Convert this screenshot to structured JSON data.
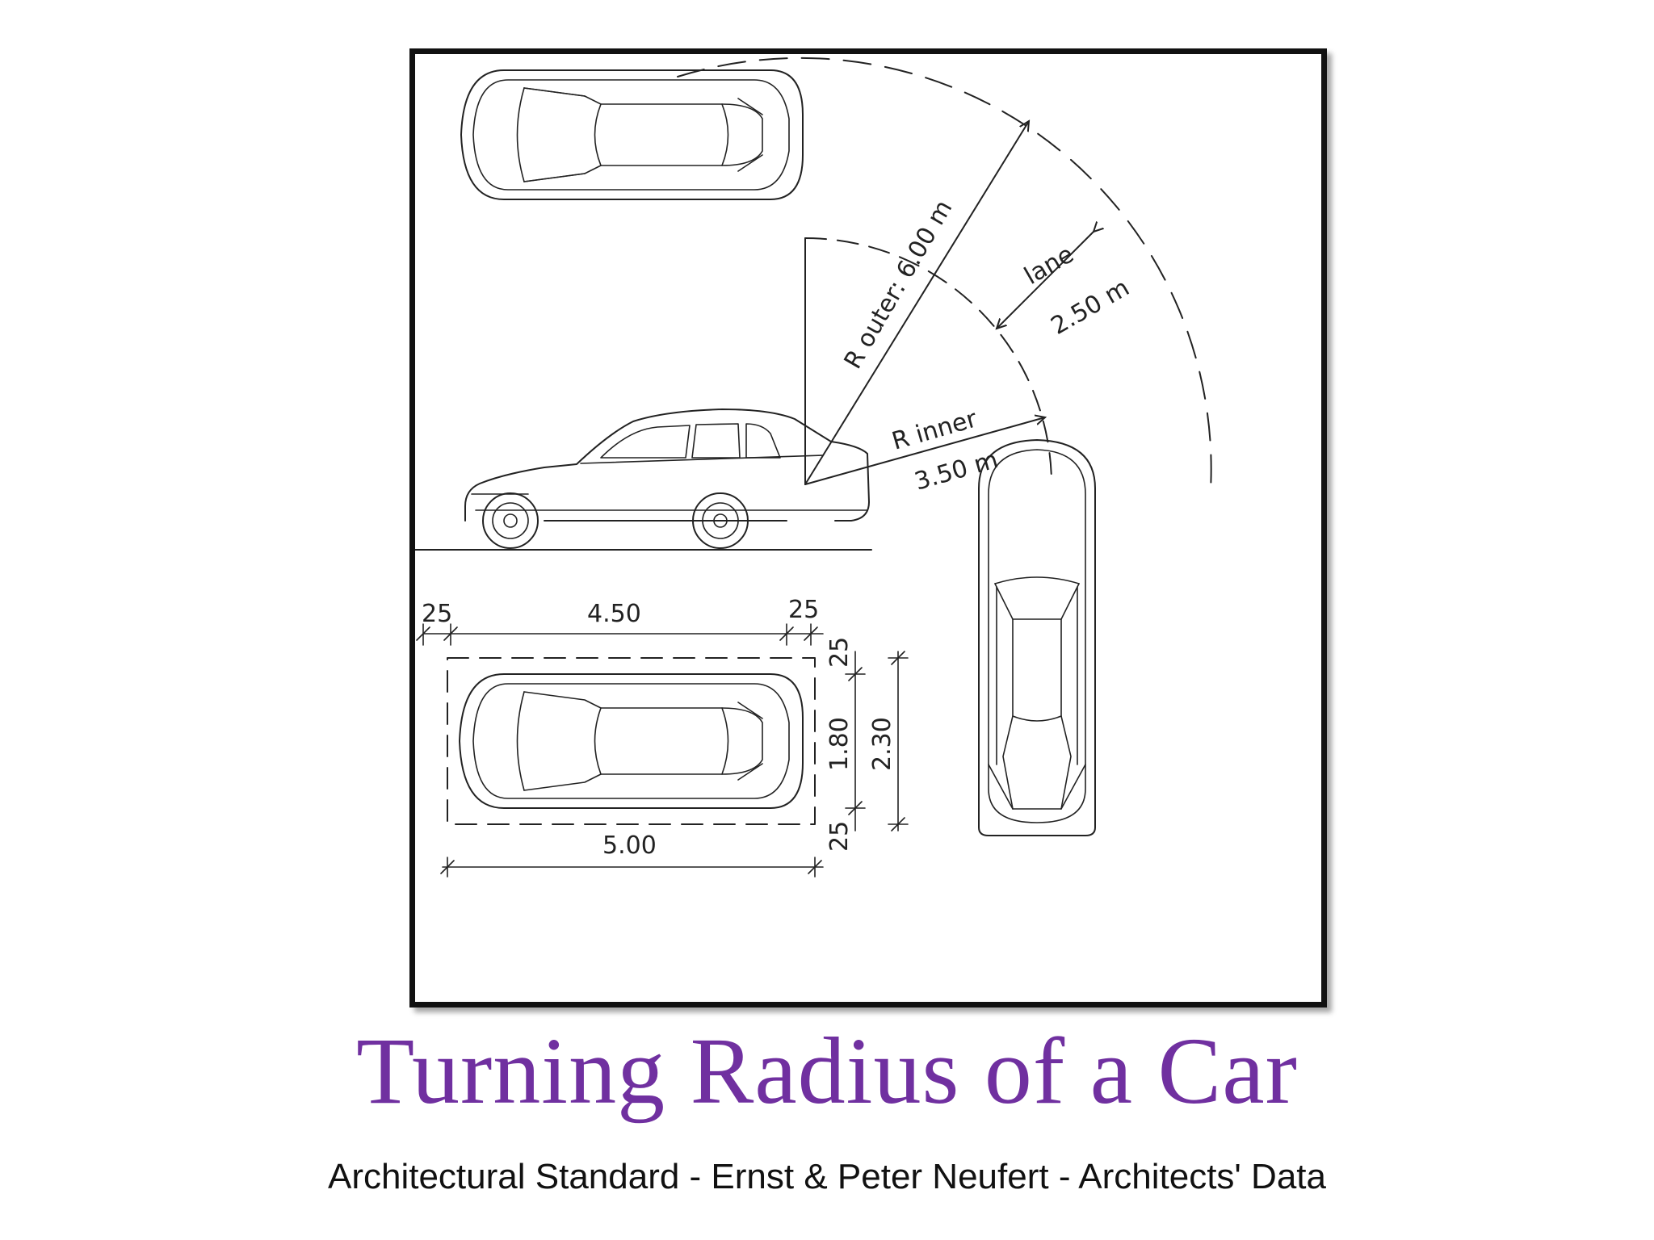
{
  "title": "Turning Radius of a Car",
  "subtitle": "Architectural Standard - Ernst & Peter Neufert - Architects' Data",
  "diagram": {
    "labels": {
      "r_outer": "R outer: 6.00 m",
      "lane_word": "lane",
      "lane_value": "2.50 m",
      "r_inner_word": "R inner",
      "r_inner_value": "3.50 m",
      "clearance_left": "25",
      "car_length": "4.50",
      "clearance_right": "25",
      "clearance_top": "25",
      "car_width": "1.80",
      "bay_width": "2.30",
      "bay_length": "5.00",
      "clearance_bottom": "25"
    }
  },
  "colors": {
    "title": "#7030a0",
    "line": "#222222"
  }
}
